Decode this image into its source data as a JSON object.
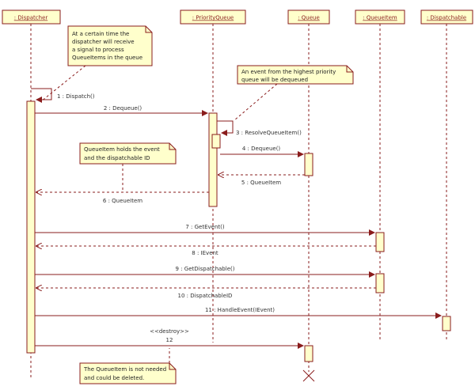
{
  "lifelines": [
    {
      "id": "dispatcher",
      "name": ": Dispatcher"
    },
    {
      "id": "priorityqueue",
      "name": ": PriorityQueue"
    },
    {
      "id": "queue",
      "name": ": Queue"
    },
    {
      "id": "queueitem",
      "name": ": QueueItem"
    },
    {
      "id": "dispatchable",
      "name": ": Dispatchable"
    }
  ],
  "messages": [
    {
      "label": "1 : Dispatch()"
    },
    {
      "label": "2 : Dequeue()"
    },
    {
      "label": "3 : ResolveQueueItem()"
    },
    {
      "label": "4 : Dequeue()"
    },
    {
      "label": "5 : QueueItem"
    },
    {
      "label": "6 : QueueItem"
    },
    {
      "label": "7 : GetEvent()"
    },
    {
      "label": "8 : IEvent"
    },
    {
      "label": "9 : GetDispatchable()"
    },
    {
      "label": "10 : DispatchableID"
    },
    {
      "label": "11 : HandleEvent(IEvent)"
    },
    {
      "label": "12",
      "stereotype": "<<destroy>>"
    }
  ],
  "notes": [
    {
      "id": "note-signal",
      "lines": [
        "At a certain time the",
        "dispatcher will receive",
        "a signal to process",
        "QueueItems in the queue"
      ]
    },
    {
      "id": "note-highest",
      "lines": [
        "An event from the highest priority",
        "queue will be dequeued"
      ]
    },
    {
      "id": "note-holds",
      "lines": [
        "QueueItem holds the event",
        "and the dispatchable ID"
      ]
    },
    {
      "id": "note-delete",
      "lines": [
        "The QueueItem is not needed",
        "and could be deleted."
      ]
    }
  ],
  "colors": {
    "header_fill": "#ffffcc",
    "header_text": "#8a1c1c",
    "activation_fill": "#ffffcc",
    "line": "#8a1c1c",
    "note_fill": "#ffffcc"
  }
}
